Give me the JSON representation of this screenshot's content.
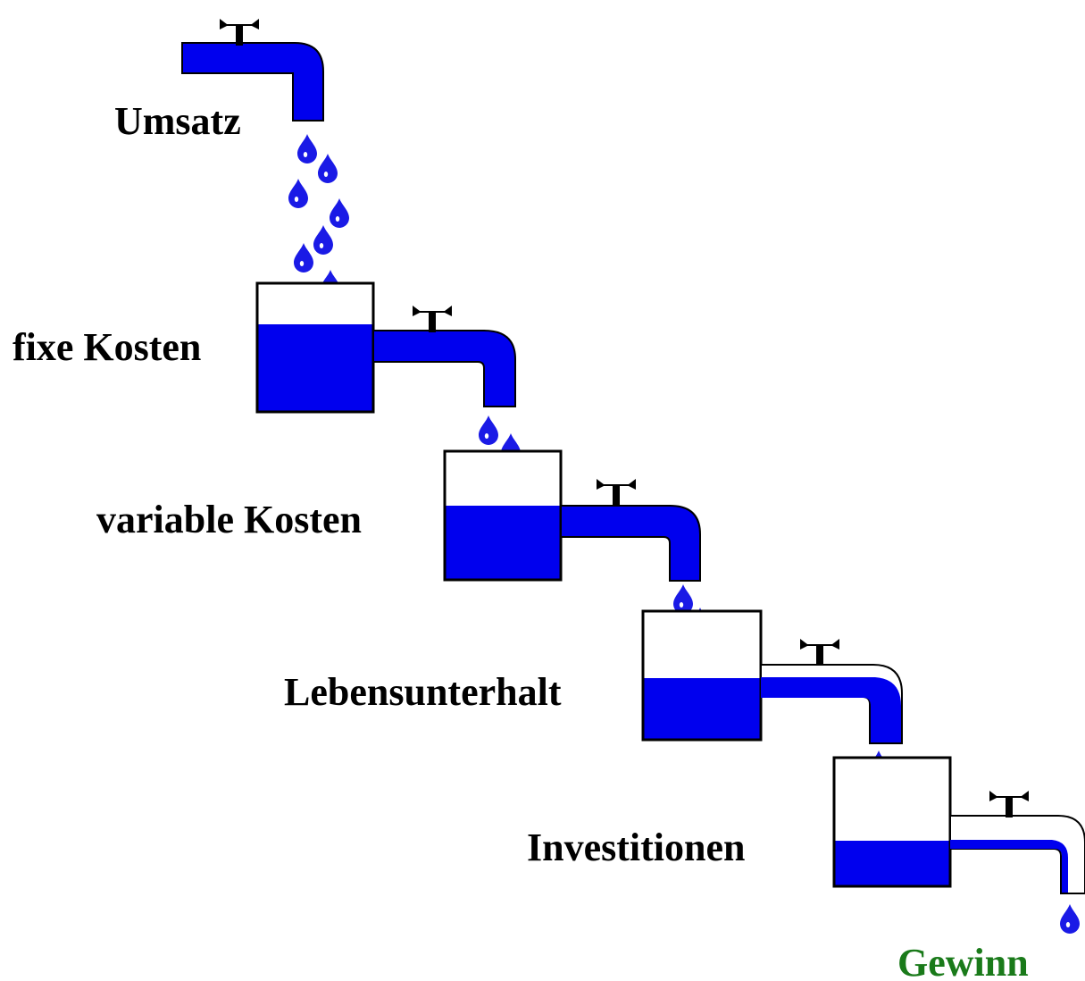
{
  "stages": [
    {
      "id": "umsatz",
      "label": "Umsatz",
      "fill_level": 1.0
    },
    {
      "id": "fixe-kosten",
      "label": "fixe Kosten",
      "fill_level": 0.68
    },
    {
      "id": "variable-kosten",
      "label": "variable Kosten",
      "fill_level": 0.58
    },
    {
      "id": "lebensunterhalt",
      "label": "Lebensunterhalt",
      "fill_level": 0.47
    },
    {
      "id": "investitionen",
      "label": "Investitionen",
      "fill_level": 0.34
    }
  ],
  "result": {
    "label": "Gewinn"
  },
  "colors": {
    "water": "#0000ee",
    "drop": "#1a1ae6",
    "outline": "#000000",
    "result_label": "#1a7a1a"
  },
  "icons": {
    "tap_handle": "valve-handle-icon",
    "water_drop": "water-drop-icon"
  }
}
